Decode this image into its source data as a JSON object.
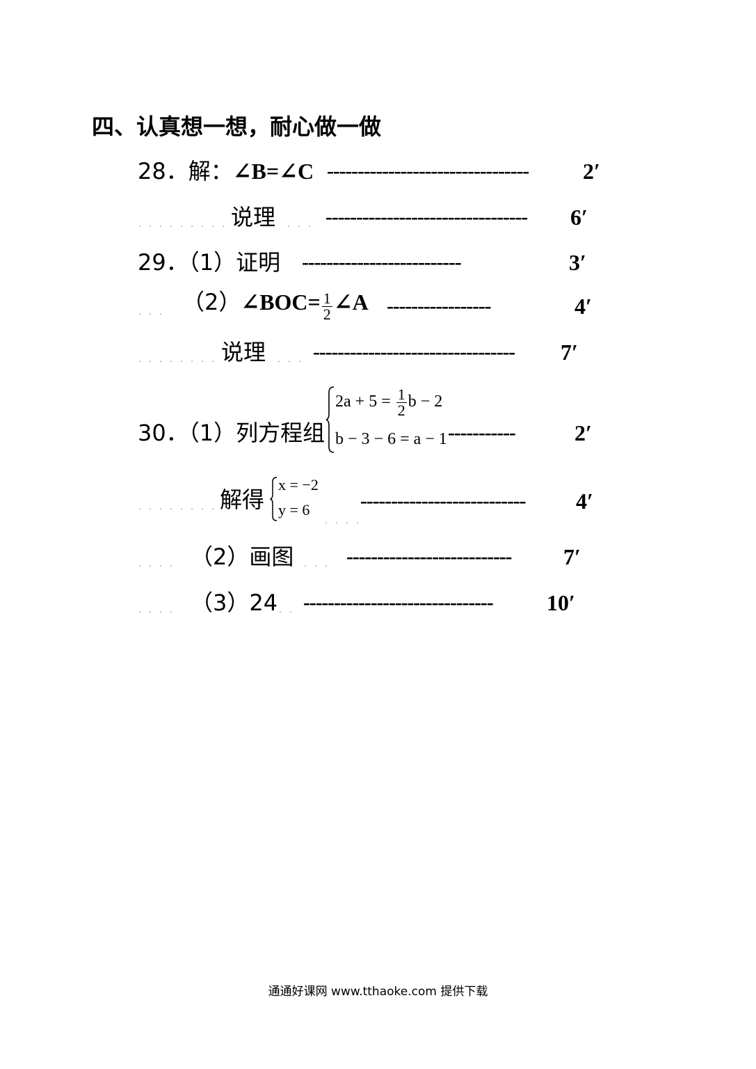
{
  "section": {
    "title": "四、认真想一想，耐心做一做"
  },
  "q28": {
    "label": "28．解：",
    "answer": "∠B=∠C",
    "leader1": "---------------------------------",
    "score1": "2′",
    "reason_label": "说理",
    "leader2": "---------------------------------",
    "score2": "6′"
  },
  "q29": {
    "label": "29．（1）证明",
    "leader1": "--------------------------",
    "score1": "3′",
    "part2_label": "（2）",
    "answer_prefix": "∠BOC=",
    "frac_num": "1",
    "frac_den": "2",
    "answer_suffix": "∠A",
    "leader2": "-----------------",
    "score2": "4′",
    "reason_label": "说理",
    "leader3": "---------------------------------",
    "score3": "7′"
  },
  "q30": {
    "label": "30．（1）列方程组",
    "eq1_left": "2a + 5 = ",
    "eq1_frac_num": "1",
    "eq1_frac_den": "2",
    "eq1_right": "b − 2",
    "eq2": "b − 3 − 6 = a − 1",
    "leader1": "-----------",
    "score1": "2′",
    "solve_label": "解得",
    "sol_x": "x = −2",
    "sol_y": "y = 6",
    "leader2": "---------------------------",
    "score2": "4′",
    "part2_label": "（2）画图",
    "leader3": "---------------------------",
    "score3": "7′",
    "part3_label": "（3）24",
    "leader4": "-------------------------------",
    "score4": "10′"
  },
  "footer": {
    "text": "通通好课网  www.tthaoke.com  提供下载"
  }
}
